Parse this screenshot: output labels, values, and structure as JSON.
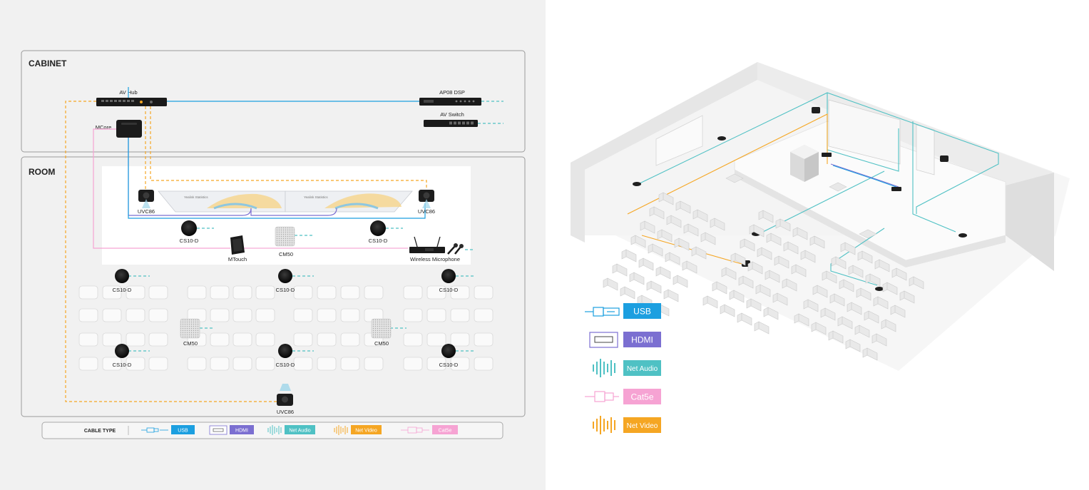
{
  "colors": {
    "usb": "#1c9fe0",
    "hdmi": "#7b6fd1",
    "net_audio": "#4fc1c4",
    "net_video": "#f5a623",
    "cat5e": "#f6a3d3",
    "panel_bg": "#f1f1f1",
    "page_bg": "#ffffff"
  },
  "sections": {
    "cabinet": "CABINET",
    "room": "ROOM"
  },
  "cabinet_devices": {
    "av_hub": "AV Hub",
    "mcore": "MCore",
    "ap08_dsp": "AP08 DSP",
    "av_switch": "AV Switch"
  },
  "room_devices": {
    "uvc86_left": "UVC86",
    "uvc86_right": "UVC86",
    "uvc86_rear": "UVC86",
    "cs10d_stage_left": "CS10-D",
    "cs10d_stage_right": "CS10-D",
    "mtouch": "MTouch",
    "cm50_stage": "CM50",
    "wireless_mic": "Wireless Microphone",
    "cs10d_row1_left": "CS10-D",
    "cs10d_row1_center": "CS10-D",
    "cs10d_row1_right": "CS10-D",
    "cm50_left": "CM50",
    "cm50_right": "CM50",
    "cs10d_row2_left": "CS10-D",
    "cs10d_row2_center": "CS10-D",
    "cs10d_row2_right": "CS10-D"
  },
  "screen_text": {
    "left_title": "Yealink Statistics",
    "right_title": "Yealink Statistics"
  },
  "legend_small": {
    "title": "CABLE TYPE",
    "usb": "USB",
    "hdmi": "HDMI",
    "net_audio": "Net Audio",
    "net_video": "Net Video",
    "cat5e": "Cat5e"
  },
  "legend_large": {
    "usb": "USB",
    "hdmi": "HDMI",
    "net_audio": "Net Audio",
    "cat5e": "Cat5e",
    "net_video": "Net Video"
  }
}
